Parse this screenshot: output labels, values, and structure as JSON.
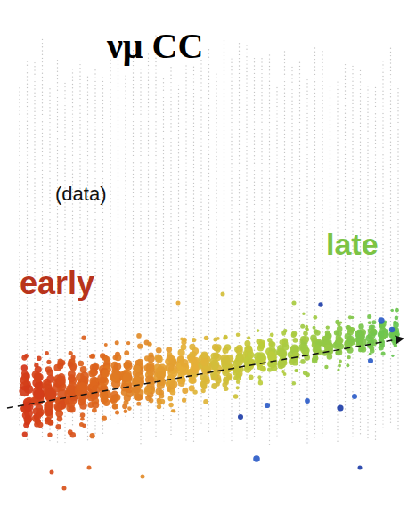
{
  "diagram": {
    "title": "νμ CC",
    "labels": [
      "(data)",
      "early",
      "late"
    ]
  }
}
